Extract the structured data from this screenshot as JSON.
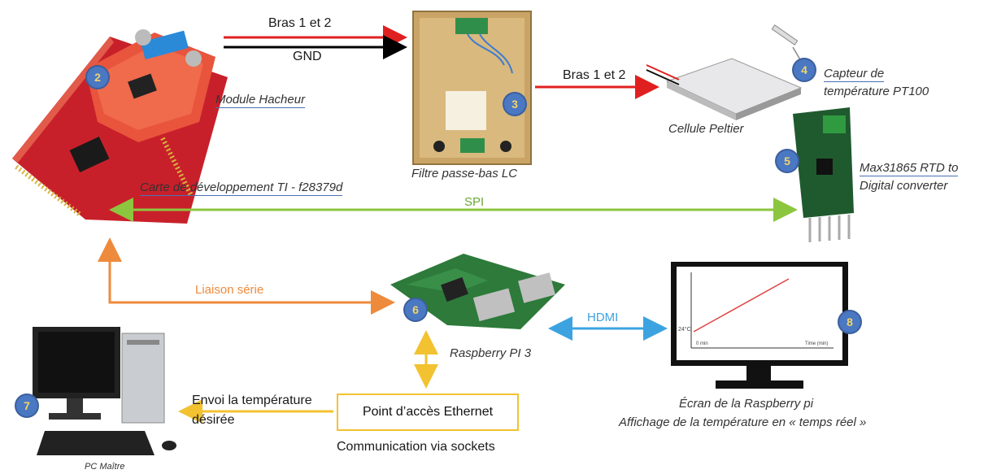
{
  "colors": {
    "power": "#e02020",
    "ground": "#000000",
    "spi": "#8cc63f",
    "serial": "#ee8a3c",
    "hdmi": "#3ca3e0",
    "ethernet": "#f2c230",
    "badge": "#4a78c2"
  },
  "labels": {
    "bras_top": "Bras 1 et 2",
    "gnd": "GND",
    "bras_right": "Bras 1 et 2",
    "module_hacheur": "Module Hacheur",
    "filtre": "Filtre passe-bas LC",
    "cellule": "Cellule Peltier",
    "capteur_1": "Capteur de",
    "capteur_2": "température PT100",
    "max_1": "Max31865 RTD to",
    "max_2": "Digital converter",
    "carte": "Carte de développement TI - f28379d",
    "spi": "SPI",
    "liaison": "Liaison série",
    "raspberry": "Raspberry PI 3",
    "hdmi": "HDMI",
    "ecran_1": "Écran de la Raspberry pi",
    "ecran_2": "Affichage de la température en « temps réel »",
    "envoi_1": "Envoi la température",
    "envoi_2": "désirée",
    "point_acces": "Point d’accès Ethernet",
    "communication": "Communication via sockets",
    "pc": "PC Maître"
  },
  "screen_chart": {
    "y_label": "24°C",
    "x_start": "0 min",
    "x_end": "Time (min)"
  },
  "badges": [
    "2",
    "3",
    "4",
    "5",
    "6",
    "7",
    "8"
  ]
}
